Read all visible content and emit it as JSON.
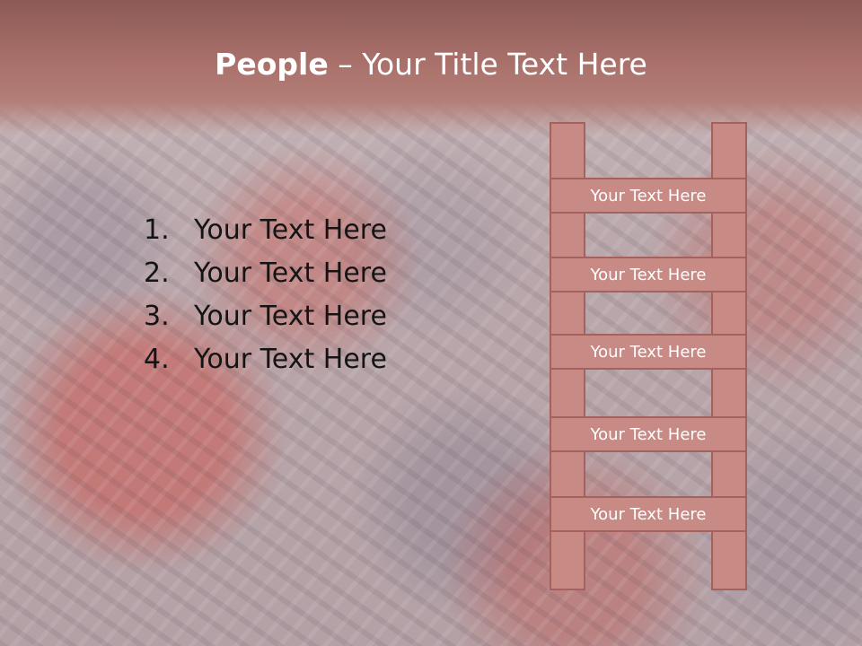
{
  "slide": {
    "title_bold": "People",
    "title_rest": " – Your Title Text Here",
    "list": [
      {
        "num": "1.",
        "text": "Your Text Here"
      },
      {
        "num": "2.",
        "text": "Your Text Here"
      },
      {
        "num": "3.",
        "text": "Your Text Here"
      },
      {
        "num": "4.",
        "text": "Your Text Here"
      }
    ],
    "ladder_steps": [
      "Your Text Here",
      "Your Text Here",
      "Your Text Here",
      "Your Text Here",
      "Your Text Here"
    ],
    "colors": {
      "header": "#a9706a",
      "ladder_fill": "#c88a85",
      "ladder_border": "#a5615d"
    }
  }
}
